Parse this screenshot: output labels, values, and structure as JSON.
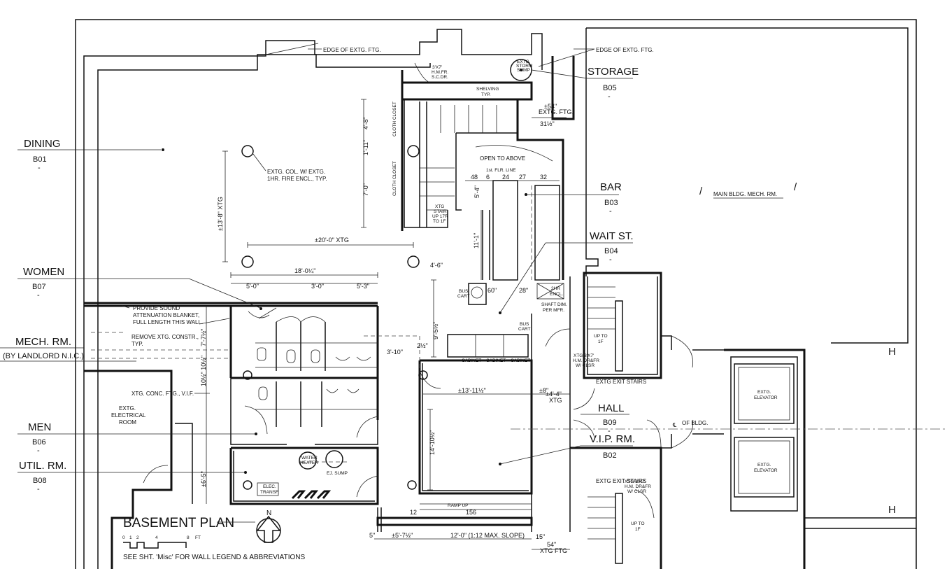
{
  "rooms": {
    "dining": {
      "name": "DINING",
      "num": "B01",
      "dash": "-"
    },
    "storage": {
      "name": "STORAGE",
      "num": "B05",
      "dash": "-"
    },
    "bar": {
      "name": "BAR",
      "num": "B03",
      "dash": "-"
    },
    "wait": {
      "name": "WAIT ST.",
      "num": "B04",
      "dash": "-"
    },
    "women": {
      "name": "WOMEN",
      "num": "B07",
      "dash": "-"
    },
    "mech": {
      "name": "MECH. RM.",
      "sub": "(BY LANDLORD N.I.C.)"
    },
    "men": {
      "name": "MEN",
      "num": "B06",
      "dash": "-"
    },
    "util": {
      "name": "UTIL. RM.",
      "num": "B08",
      "dash": "-"
    },
    "hall": {
      "name": "HALL",
      "num": "B09",
      "dash": "-"
    },
    "vip": {
      "name": "V.I.P. RM.",
      "num": "B02",
      "dash": "-"
    }
  },
  "notes": {
    "edge_ftg_1": "EDGE OF EXTG. FTG.",
    "edge_ftg_2": "EDGE OF EXTG. FTG.",
    "extg_col_1": "EXTG. COL. W/ EXTG.",
    "extg_col_2": "1HR. FIRE ENCL., TYP.",
    "open_above": "OPEN TO ABOVE",
    "first_flr_line": "1st. FLR. LINE",
    "main_mech": "MAIN BLDG. MECH. RM.",
    "sound_1": "PROVIDE SOUND",
    "sound_2": "ATTENUATION BLANKET,",
    "sound_3": "FULL LENGTH THIS WALL.",
    "remove_1": "REMOVE XTG. CONSTR.,",
    "remove_2": "TYP.",
    "conc_ftg": "XTG. CONC. FTG., V.I.F.",
    "elec_1": "EXTG.",
    "elec_2": "ELECTRICAL",
    "elec_3": "ROOM",
    "exit_stairs_1": "EXTG EXIT STAIRS",
    "exit_stairs_2": "EXTG EXIT STAIRS",
    "elevator_1a": "EXTG.",
    "elevator_1b": "ELEVATOR",
    "elevator_2a": "EXTG.",
    "elevator_2b": "ELEVATOR",
    "cl_bldg": "OF BLDG.",
    "up_to_1f_a": "UP TO",
    "up_to_1f_b": "1F",
    "up_to_1f_c": "UP TO",
    "up_to_1f_d": "1F",
    "shelving_1": "SHELVING",
    "shelving_2": "TYP.",
    "storm_1": "EXTG.",
    "storm_2": "STORM",
    "storm_3": "SUMP",
    "water_heater_1": "WATER",
    "water_heater_2": "HEATER",
    "ej_sump": "EJ. SUMP",
    "elec_transf_1": "ELEC.",
    "elec_transf_2": "TRANSF.",
    "bus_cart_1": "BUS",
    "bus_cart_2": "CART",
    "bus_cart_3": "BUS",
    "bus_cart_4": "CART",
    "cabinet_1": "CABINET",
    "cabinet_2": "CABINET",
    "cabinet_3": "CABINET",
    "shaft_1": "2HR",
    "shaft_2": "ENCL.",
    "shaft_3": "SHAFT DIM.",
    "shaft_4": "PER MFR.",
    "cloth_closet_1": "CLOTH CLOSET",
    "cloth_closet_2": "CLOTH CLOSET",
    "xtg_stair_1": "XTG",
    "xtg_stair_2": "STAIR",
    "xtg_stair_3": "UP 17R",
    "xtg_stair_4": "TO 1F",
    "ramp_up": "RAMP UP",
    "door_note_1": "3'X7'",
    "door_note_2": "H.M.FR.",
    "door_note_3": "S.C.DR.",
    "xtg_door_1": "XTG 3'X7'",
    "xtg_door_2": "H.M. DR&FR",
    "xtg_door_3": "W/ CLSR",
    "xtg_door_4": "XTG 3'X7'",
    "xtg_door_5": "H.M. DR&FR",
    "xtg_door_6": "W/ CLSR"
  },
  "dimensions": {
    "d_13_8": "±13'-8\" XTG",
    "d_20_0": "±20'-0\" XTG",
    "d_18_0": "18'-0¼\"",
    "d_4_6": "4'-6\"",
    "d_13_11": "±13'-11½\"",
    "d_8": "±8\"",
    "d_4_4": "±4'-4\"",
    "d_xtg": "XTG",
    "d_12_0": "12'-0\" (1:12 MAX. SLOPE)",
    "d_5_7": "±5'-7½\"",
    "d_54": "54\"",
    "d_xtg_ftg": "XTG FTG",
    "d_15": "15\"",
    "d_5": "5\"",
    "d_156": "156",
    "d_12": "12",
    "d_14_10": "14'-10½\"",
    "d_11_1": "11'-1\"",
    "d_9_5": "9'-5½\"",
    "d_3_10": "3'-10\"",
    "d_2_half": "2½\"",
    "d_7_0": "7'-0\"",
    "d_1_11": "1'-11\"",
    "d_4_8": "4'-8\"",
    "d_5_4": "5'-4\"",
    "d_60": "60\"",
    "d_28": "28\"",
    "d_48": "48",
    "d_6": "6",
    "d_24": "24",
    "d_27": "27",
    "d_32": "32",
    "d_5_0": "5'-0\"",
    "d_3_0": "3'-0\"",
    "d_5_3": "5'-3\"",
    "d_7_7": "7'-7½\"",
    "d_10_10": "10½\" 10½\"",
    "d_6_5": "±6'-5\"",
    "d_ext_54": "±54\"",
    "d_ext_ftg": "EXTG. FTG.",
    "d_31": "31½\""
  },
  "legend": {
    "title": "BASEMENT PLAN",
    "scale_0": "0",
    "scale_1": "1",
    "scale_2": "2",
    "scale_4": "4",
    "scale_8": "8",
    "scale_ft": "FT",
    "see_sheet": "SEE SHT. 'Misc' FOR WALL LEGEND & ABBREVIATIONS",
    "north": "N"
  }
}
